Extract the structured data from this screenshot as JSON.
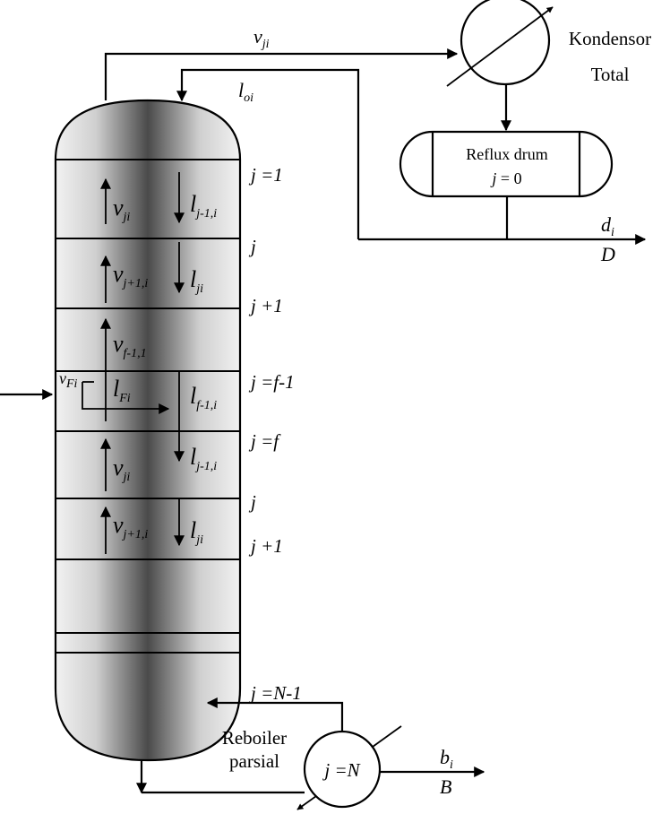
{
  "condenser": {
    "line1": "Kondensor",
    "line2": "Total"
  },
  "reflux_drum": {
    "title": "Reflux drum",
    "stage_var": "j",
    "stage_rest": " = 0"
  },
  "reboiler": {
    "line1": "Reboiler",
    "line2": "parsial",
    "stage": "j =N"
  },
  "vapor_top": {
    "base": "v",
    "sub": "ji"
  },
  "liquid_top": {
    "base": "l",
    "sub": "oi"
  },
  "distillate": {
    "base": "d",
    "sub": "i",
    "total": "D"
  },
  "bottoms": {
    "base": "b",
    "sub": "i",
    "total": "B"
  },
  "feed": {
    "vapor_base": "v",
    "vapor_sub": "Fi",
    "liquid_base": "l",
    "liquid_sub": "Fi"
  },
  "stage_labels": [
    "j =1",
    "j",
    "j +1",
    "j =f-1",
    "j =f",
    "j",
    "j +1",
    "j =N-1"
  ],
  "flows": {
    "s1_vapor": {
      "base": "v",
      "sub": "ji"
    },
    "s1_liquid": {
      "base": "l",
      "sub": "j-1,i"
    },
    "s2_vapor": {
      "base": "v",
      "sub": "j+1,i"
    },
    "s2_liquid": {
      "base": "l",
      "sub": "ji"
    },
    "s3_vapor": {
      "base": "v",
      "sub": "f-1,1"
    },
    "s4_liquid": {
      "base": "l",
      "sub": "f-1,i"
    },
    "s5_vapor": {
      "base": "v",
      "sub": "ji"
    },
    "s5_liquid": {
      "base": "l",
      "sub": "j-1,i"
    },
    "s6_vapor": {
      "base": "v",
      "sub": "j+1,i"
    },
    "s6_liquid": {
      "base": "l",
      "sub": "ji"
    }
  }
}
